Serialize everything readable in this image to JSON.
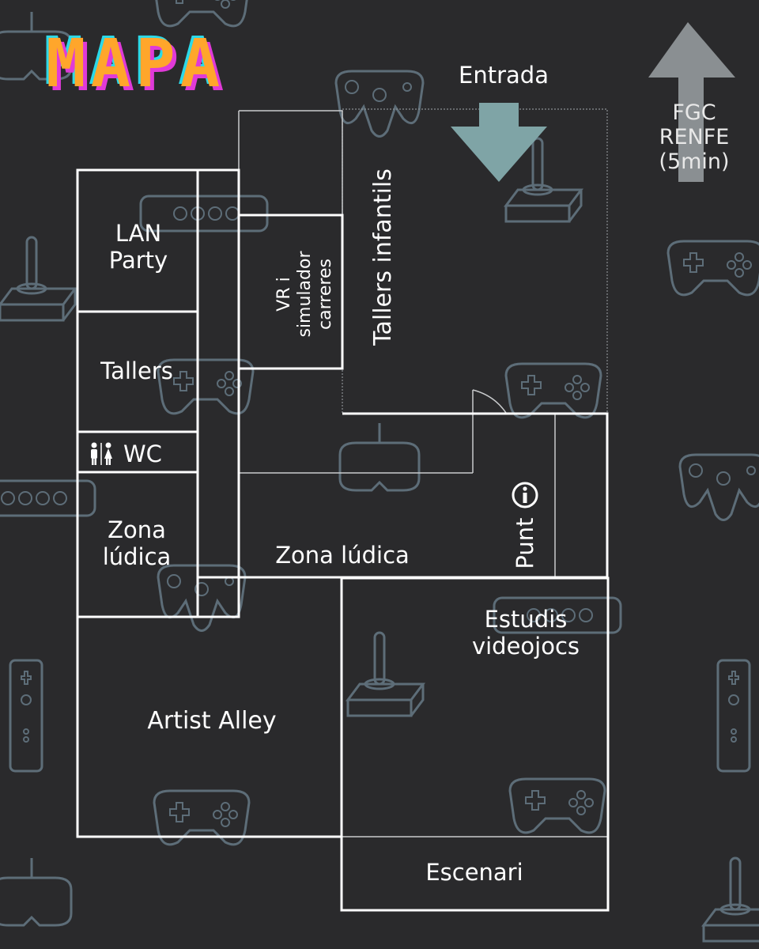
{
  "title": "MAPA",
  "colors": {
    "background": "#2a2a2c",
    "walls": "#ffffff",
    "title_fill": "#ffa62b",
    "title_shadow_magenta": "#e03ad8",
    "title_shadow_cyan": "#2bd9e8",
    "entrance_arrow": "#7fa4a6",
    "transit_arrow": "#8a8f92",
    "deco_icons": "#5d6d78"
  },
  "labels": {
    "entrada": "Entrada",
    "transit": [
      "FGC",
      "RENFE",
      "(5min)"
    ],
    "lan_party": [
      "LAN",
      "Party"
    ],
    "vr": [
      "VR i",
      "simulador",
      "carreres"
    ],
    "tallers_infantils": "Tallers infantils",
    "tallers": "Tallers",
    "wc": "WC",
    "zona_ludica_small": [
      "Zona",
      "lúdica"
    ],
    "zona_ludica_main": "Zona lúdica",
    "punt_info": "Punt",
    "estudis": [
      "Estudis",
      "videojocs"
    ],
    "artist_alley": "Artist Alley",
    "escenari": "Escenari"
  },
  "icons": {
    "entrance": "arrow-down-icon",
    "transit": "arrow-up-icon",
    "info": "info-icon",
    "wc": "restroom-icon",
    "decor": [
      "joystick-icon",
      "gamepad-icon",
      "vr-headset-icon",
      "wii-remote-icon",
      "n64-controller-icon",
      "controller-icon"
    ]
  }
}
